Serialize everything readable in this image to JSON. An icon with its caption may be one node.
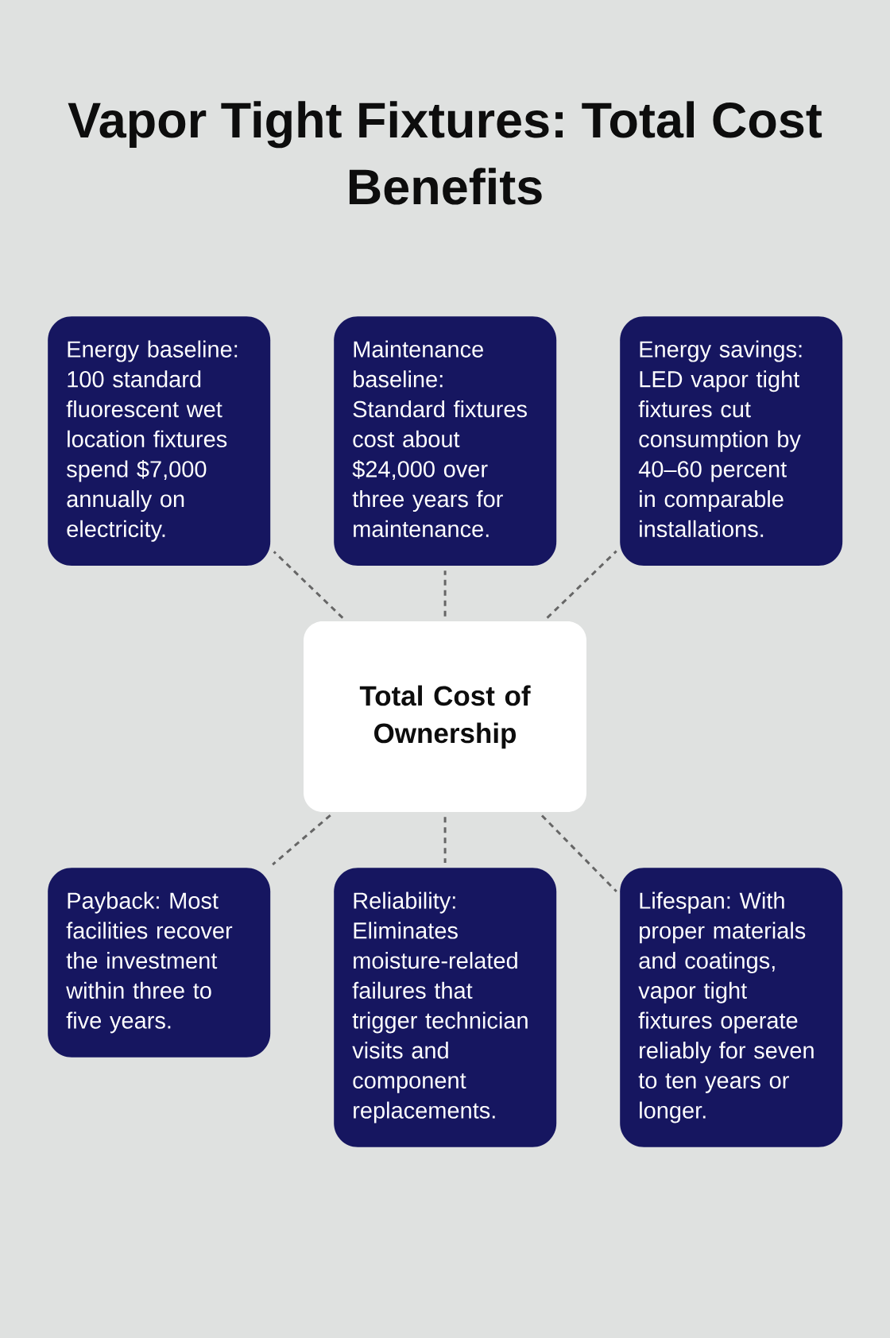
{
  "diagram": {
    "title": "Vapor Tight Fixtures: Total Cost Benefits",
    "nodes": [
      {
        "text": [
          "Energy baseline: 100 standard fluorescent wet location fixtures spend $7,000 annually on electricity."
        ]
      },
      {
        "text": [
          "Maintenance baseline: Standard fixtures cost about $24,000 over three years for maintenance."
        ]
      },
      {
        "text": [
          "Energy savings: LED vapor tight fixtures cut consumption by 40–60 percent in comparable installations."
        ]
      },
      {
        "text": [
          "Total Cost of Ownership"
        ]
      },
      {
        "text": [
          "Payback: Most facilities recover the investment within three to five years."
        ]
      },
      {
        "text": [
          "Reliability: Eliminates moisture-related failures that trigger technician visits and component replacements."
        ]
      },
      {
        "text": [
          "Lifespan: With proper materials and coatings, vapor tight fixtures operate reliably for seven to ten years or longer."
        ]
      }
    ],
    "edges": [
      {
        "from": 3,
        "to": 0,
        "arrow": "none",
        "style": "dashed"
      },
      {
        "from": 3,
        "to": 1,
        "arrow": "none",
        "style": "dashed"
      },
      {
        "from": 3,
        "to": 2,
        "arrow": "none",
        "style": "dashed"
      },
      {
        "from": 3,
        "to": 4,
        "arrow": "none",
        "style": "dashed"
      },
      {
        "from": 3,
        "to": 5,
        "arrow": "none",
        "style": "dashed"
      },
      {
        "from": 3,
        "to": 6,
        "arrow": "none",
        "style": "dashed"
      }
    ]
  }
}
